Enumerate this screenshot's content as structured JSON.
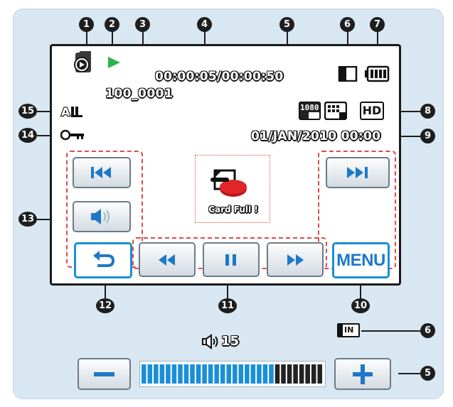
{
  "screen": {
    "timecode": "00:00:05/00:00:50",
    "file_name": "100_0001",
    "datetime": "01/JAN/2010 00:00",
    "card_full_text": "Card Full !",
    "resolution_badge": "1080",
    "quality_badge": "HD",
    "menu_label": "MENU"
  },
  "volume": {
    "value": "15",
    "level": 0.73
  },
  "memory_badge": "IN",
  "callouts": [
    "1",
    "2",
    "3",
    "4",
    "5",
    "6",
    "7",
    "8",
    "9",
    "10",
    "11",
    "12",
    "13",
    "14",
    "15",
    "6",
    "5"
  ],
  "colors": {
    "accent_blue": "#1a8fd8",
    "highlight_red": "#e04a4a",
    "play_green": "#2bb34a",
    "card_red": "#e0262a",
    "frame_bg": "#d8e7f2"
  },
  "icons": [
    "playback-mode-icon",
    "play-icon",
    "card-icon",
    "battery-icon",
    "resolution-icon",
    "quality-icon",
    "hd-icon",
    "volume-icon",
    "key-protect-icon",
    "memory-icon",
    "card-full-icon",
    "skip-back-icon",
    "skip-forward-icon",
    "rewind-icon",
    "pause-icon",
    "fast-forward-icon",
    "return-icon",
    "minus-icon",
    "plus-icon"
  ]
}
